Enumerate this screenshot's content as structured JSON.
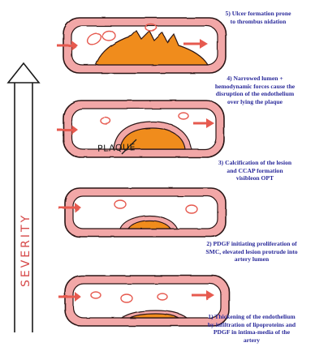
{
  "severity_label": "SEVERITY",
  "plaque_label": "PLAQUE",
  "stages": [
    {
      "number": 5,
      "caption": "5) Ulcer formation prone\nto thrombus nidation"
    },
    {
      "number": 4,
      "caption": "4) Narrowed lumen +\nhemodynamic forces cause the\ndisruption of the  endothelium\nover lying the plaque"
    },
    {
      "number": 3,
      "caption": "3) Calcification of the lesion\nand CCAP formation\nvisibleon OPT"
    },
    {
      "number": 2,
      "caption": "2) PDGF initiating proliferation of\nSMC, elevated lesion protrude into\nartery lumen"
    },
    {
      "number": 1,
      "caption": "1) Thickening of the endothelium\nby infiltration of lipoproteins and\nPDGF in intima-media of the\nartery"
    }
  ],
  "colors": {
    "vessel_wall": "#f2a7a7",
    "vessel_outline": "#2b1414",
    "plaque": "#f08c1e",
    "arrow": "#e65a50",
    "caption_text": "#2a2a9a"
  }
}
